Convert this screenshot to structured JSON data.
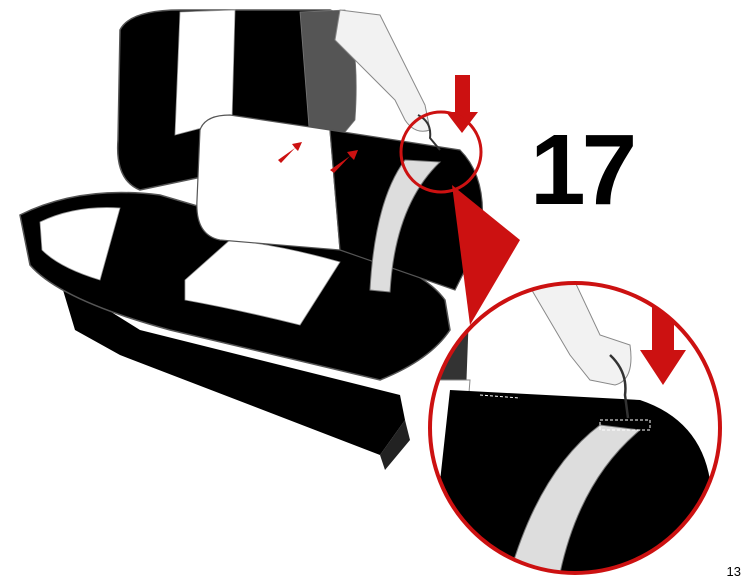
{
  "instruction": {
    "step_number": "17",
    "page_number": "13"
  },
  "illustration": {
    "subject": "seat-cover-assembly",
    "icons": [
      "arrow-down-icon",
      "arrow-small-icon",
      "hand-icon",
      "hook-tool-icon",
      "magnifier-callout-icon"
    ],
    "colors": {
      "accent": "#cc1111",
      "upholstery_dark": "#000000",
      "upholstery_light": "#ffffff",
      "frame": "#444444"
    }
  }
}
